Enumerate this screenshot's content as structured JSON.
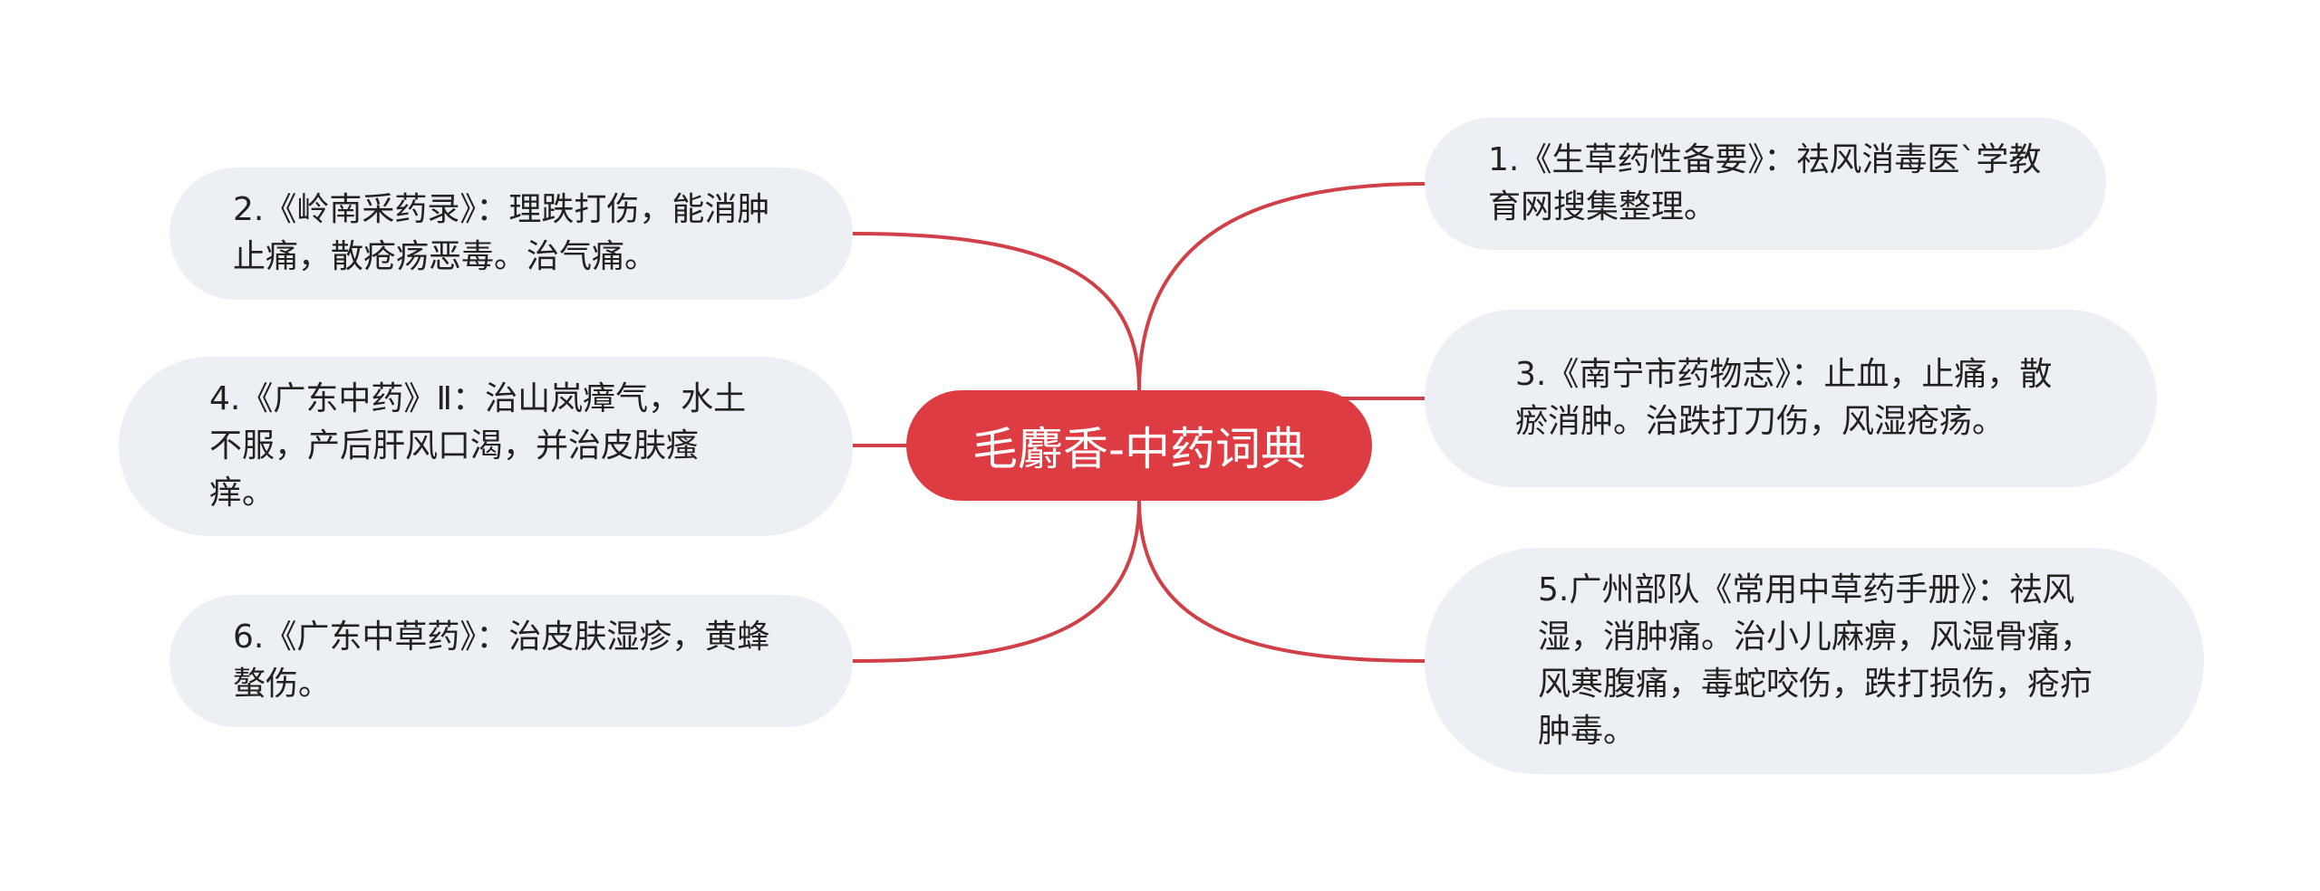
{
  "central": {
    "label": "毛麝香-中药词典"
  },
  "branches": {
    "n1": "1.《生草药性备要》：祛风消毒医`学教育网搜集整理。",
    "n2": "2.《岭南采药录》：理跌打伤，能消肿止痛，散疮疡恶毒。治气痛。",
    "n3": "3.《南宁市药物志》：止血，止痛，散瘀消肿。治跌打刀伤，风湿疮疡。",
    "n4": "4.《广东中药》Ⅱ：治山岚瘴气，水土不服，产后肝风口渴，并治皮肤瘙痒。",
    "n5": "5.广州部队《常用中草药手册》：祛风湿，消肿痛。治小儿麻痹，风湿骨痛，风寒腹痛，毒蛇咬伤，跌打损伤，疮疖肿毒。",
    "n6": "6.《广东中草药》：治皮肤湿疹，黄蜂螯伤。"
  },
  "colors": {
    "central": "#dd3c43",
    "link": "#d04048",
    "node": "#ecf0f4",
    "text": "#222222"
  }
}
